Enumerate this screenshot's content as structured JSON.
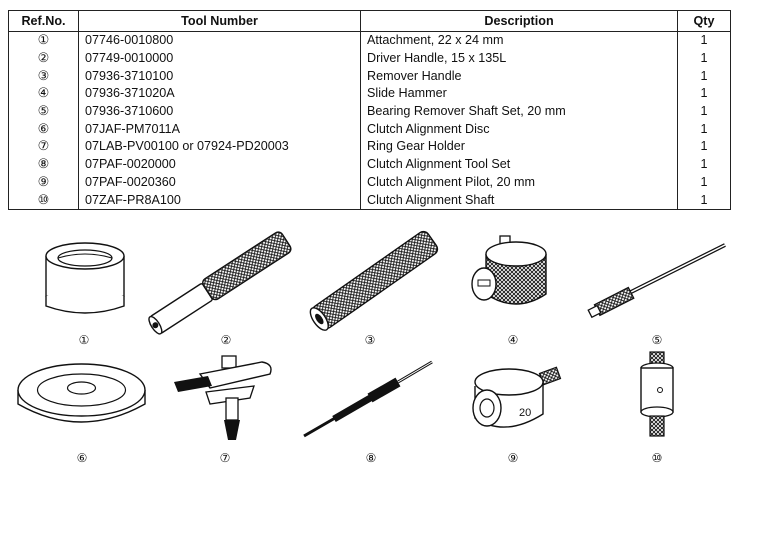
{
  "table": {
    "headers": {
      "ref": "Ref.No.",
      "tool": "Tool Number",
      "desc": "Description",
      "qty": "Qty"
    },
    "rows": [
      {
        "ref": "①",
        "tool": "07746-0010800",
        "desc": "Attachment, 22 x 24 mm",
        "qty": "1"
      },
      {
        "ref": "②",
        "tool": "07749-0010000",
        "desc": "Driver Handle, 15 x 135L",
        "qty": "1"
      },
      {
        "ref": "③",
        "tool": "07936-3710100",
        "desc": "Remover Handle",
        "qty": "1"
      },
      {
        "ref": "④",
        "tool": "07936-371020A",
        "desc": "Slide Hammer",
        "qty": "1"
      },
      {
        "ref": "⑤",
        "tool": "07936-3710600",
        "desc": "Bearing Remover Shaft Set, 20 mm",
        "qty": "1"
      },
      {
        "ref": "⑥",
        "tool": "07JAF-PM7011A",
        "desc": "Clutch Alignment Disc",
        "qty": "1"
      },
      {
        "ref": "⑦",
        "tool": "07LAB-PV00100 or 07924-PD20003",
        "desc": "Ring Gear Holder",
        "qty": "1"
      },
      {
        "ref": "⑧",
        "tool": "07PAF-0020000",
        "desc": "Clutch Alignment Tool Set",
        "qty": "1"
      },
      {
        "ref": "⑨",
        "tool": "07PAF-0020360",
        "desc": "Clutch Alignment Pilot, 20 mm",
        "qty": "1"
      },
      {
        "ref": "⑩",
        "tool": "07ZAF-PR8A100",
        "desc": "Clutch Alignment Shaft",
        "qty": "1"
      }
    ]
  },
  "figures": {
    "labels": [
      "①",
      "②",
      "③",
      "④",
      "⑤",
      "⑥",
      "⑦",
      "⑧",
      "⑨",
      "⑩"
    ],
    "pilot_marking": "20"
  }
}
